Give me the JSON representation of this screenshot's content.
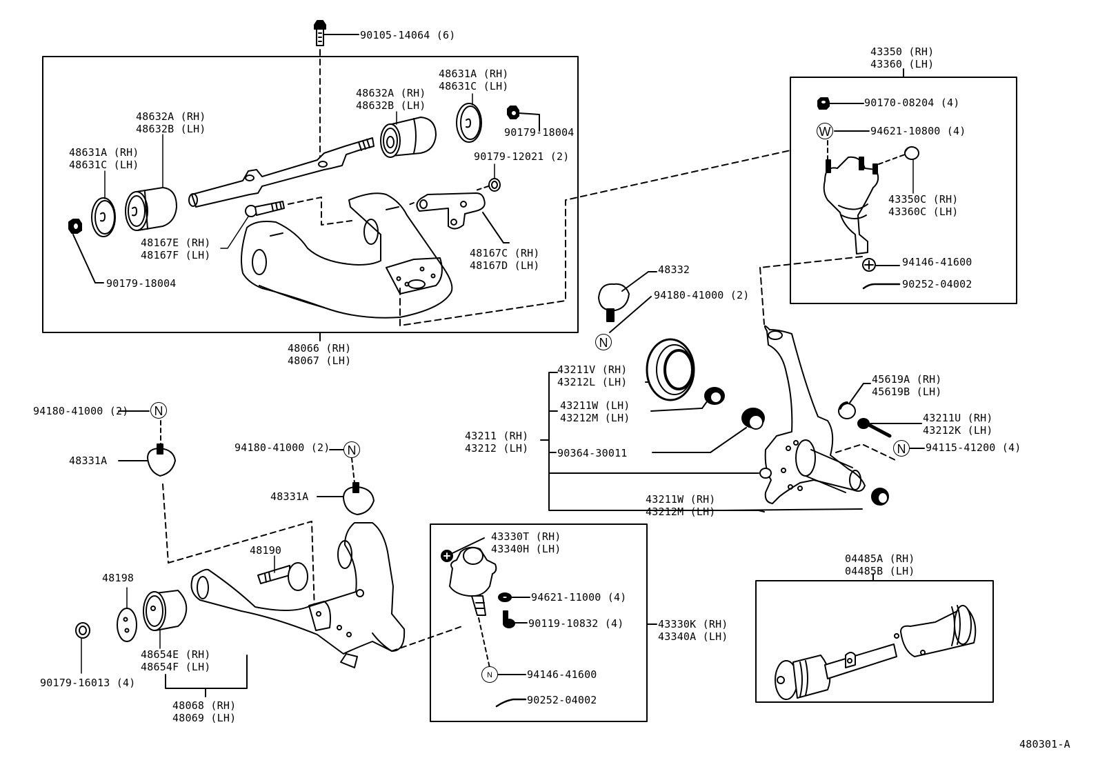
{
  "diagram": {
    "title": "Front Suspension Arm & Steering Knuckle",
    "figure_id": "480301-A",
    "ink_color": "#000000",
    "paper_color": "#ffffff",
    "callouts": {
      "bolt_upper": {
        "part": "90105-14064 (6)"
      },
      "upper_arm_group": {
        "rh": "48066 (RH)",
        "lh": "48067 (LH)"
      },
      "bushing_left": {
        "rh": "48632A (RH)",
        "lh": "48632B (LH)"
      },
      "washer_left": {
        "rh": "48631A (RH)",
        "lh": "48631C (LH)"
      },
      "nut_left": {
        "part": "90179-18004"
      },
      "bushing_right": {
        "rh": "48632A (RH)",
        "lh": "48632B (LH)"
      },
      "washer_right": {
        "rh": "48631A (RH)",
        "lh": "48631C (LH)"
      },
      "nut_right": {
        "part": "90179-18004"
      },
      "nut_12021": {
        "part": "90179-12021 (2)"
      },
      "bolt_e": {
        "rh": "48167E (RH)",
        "lh": "48167F (LH)"
      },
      "bracket_c": {
        "rh": "48167C (RH)",
        "lh": "48167D (LH)"
      },
      "upper_ball_joint_group": {
        "rh": "43350 (RH)",
        "lh": "43360 (LH)"
      },
      "nut_08204": {
        "part": "90170-08204 (4)"
      },
      "washer_10800": {
        "part": "94621-10800 (4)",
        "symbol": "W"
      },
      "upper_ball_joint": {
        "rh": "43350C (RH)",
        "lh": "43360C (LH)"
      },
      "castle_nut_upper": {
        "part": "94146-41600"
      },
      "cotter_pin_upper": {
        "part": "90252-04002"
      },
      "bumper_48332": {
        "part": "48332"
      },
      "nut_bumper_upper": {
        "part": "94180-41000 (2)",
        "symbol": "N"
      },
      "knuckle_group": {
        "rh": "43211 (RH)",
        "lh": "43212 (LH)"
      },
      "dust_seal": {
        "rh": "43211V (RH)",
        "lh": "43212L (LH)"
      },
      "bushing_w_lh": {
        "rh": "43211W (LH)",
        "lh": "43212M (LH)"
      },
      "bearing_30011": {
        "part": "90364-30011"
      },
      "bushing_w_rh": {
        "rh": "43211W (RH)",
        "lh": "43212M (LH)"
      },
      "cap_45619": {
        "rh": "45619A (RH)",
        "lh": "45619B (LH)"
      },
      "bolt_43211u": {
        "rh": "43211U (RH)",
        "lh": "43212K (LH)"
      },
      "nut_41200": {
        "part": "94115-41200 (4)",
        "symbol": "N"
      },
      "nut_bumper_left": {
        "part": "94180-41000 (2)",
        "symbol": "N"
      },
      "bumper_48331a_left": {
        "part": "48331A"
      },
      "nut_bumper_mid": {
        "part": "94180-41000 (2)",
        "symbol": "N"
      },
      "bumper_48331a_mid": {
        "part": "48331A"
      },
      "bolt_48190": {
        "part": "48190"
      },
      "washer_48198": {
        "part": "48198"
      },
      "nut_16013": {
        "part": "90179-16013 (4)"
      },
      "bushing_lower": {
        "rh": "48654E (RH)",
        "lh": "48654F (LH)"
      },
      "lower_arm_group": {
        "rh": "48068 (RH)",
        "lh": "48069 (LH)"
      },
      "lower_ball_joint": {
        "rh": "43330T (RH)",
        "lh": "43340H (LH)"
      },
      "washer_11000": {
        "part": "94621-11000 (4)"
      },
      "bolt_10832": {
        "part": "90119-10832 (4)"
      },
      "castle_nut_lower": {
        "part": "94146-41600",
        "symbol": "N"
      },
      "cotter_pin_lower": {
        "part": "90252-04002"
      },
      "lower_ball_joint_group": {
        "rh": "43330K (RH)",
        "lh": "43340A (LH)"
      },
      "shaft_kit": {
        "rh": "04485A (RH)",
        "lh": "04485B (LH)"
      }
    }
  }
}
